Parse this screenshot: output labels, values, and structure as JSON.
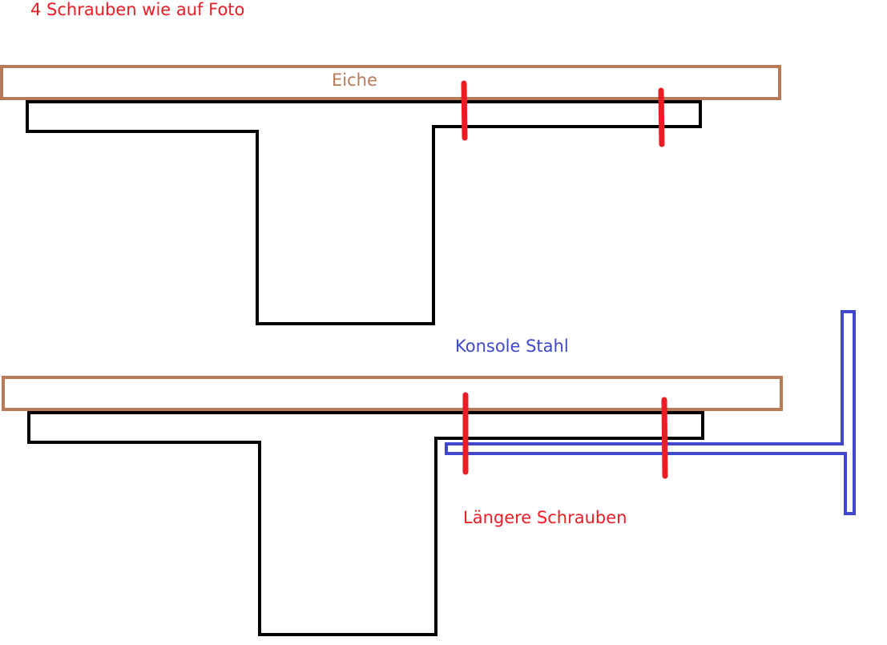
{
  "labels": {
    "title": "4 Schrauben wie auf Foto",
    "wood": "Eiche",
    "bracket": "Konsole Stahl",
    "longer_screws": "Längere Schrauben"
  },
  "colors": {
    "title": "#ed1c24",
    "wood": "#b97a57",
    "bracket": "#3f48cc",
    "screw": "#ed1c24",
    "beam": "#000000"
  }
}
